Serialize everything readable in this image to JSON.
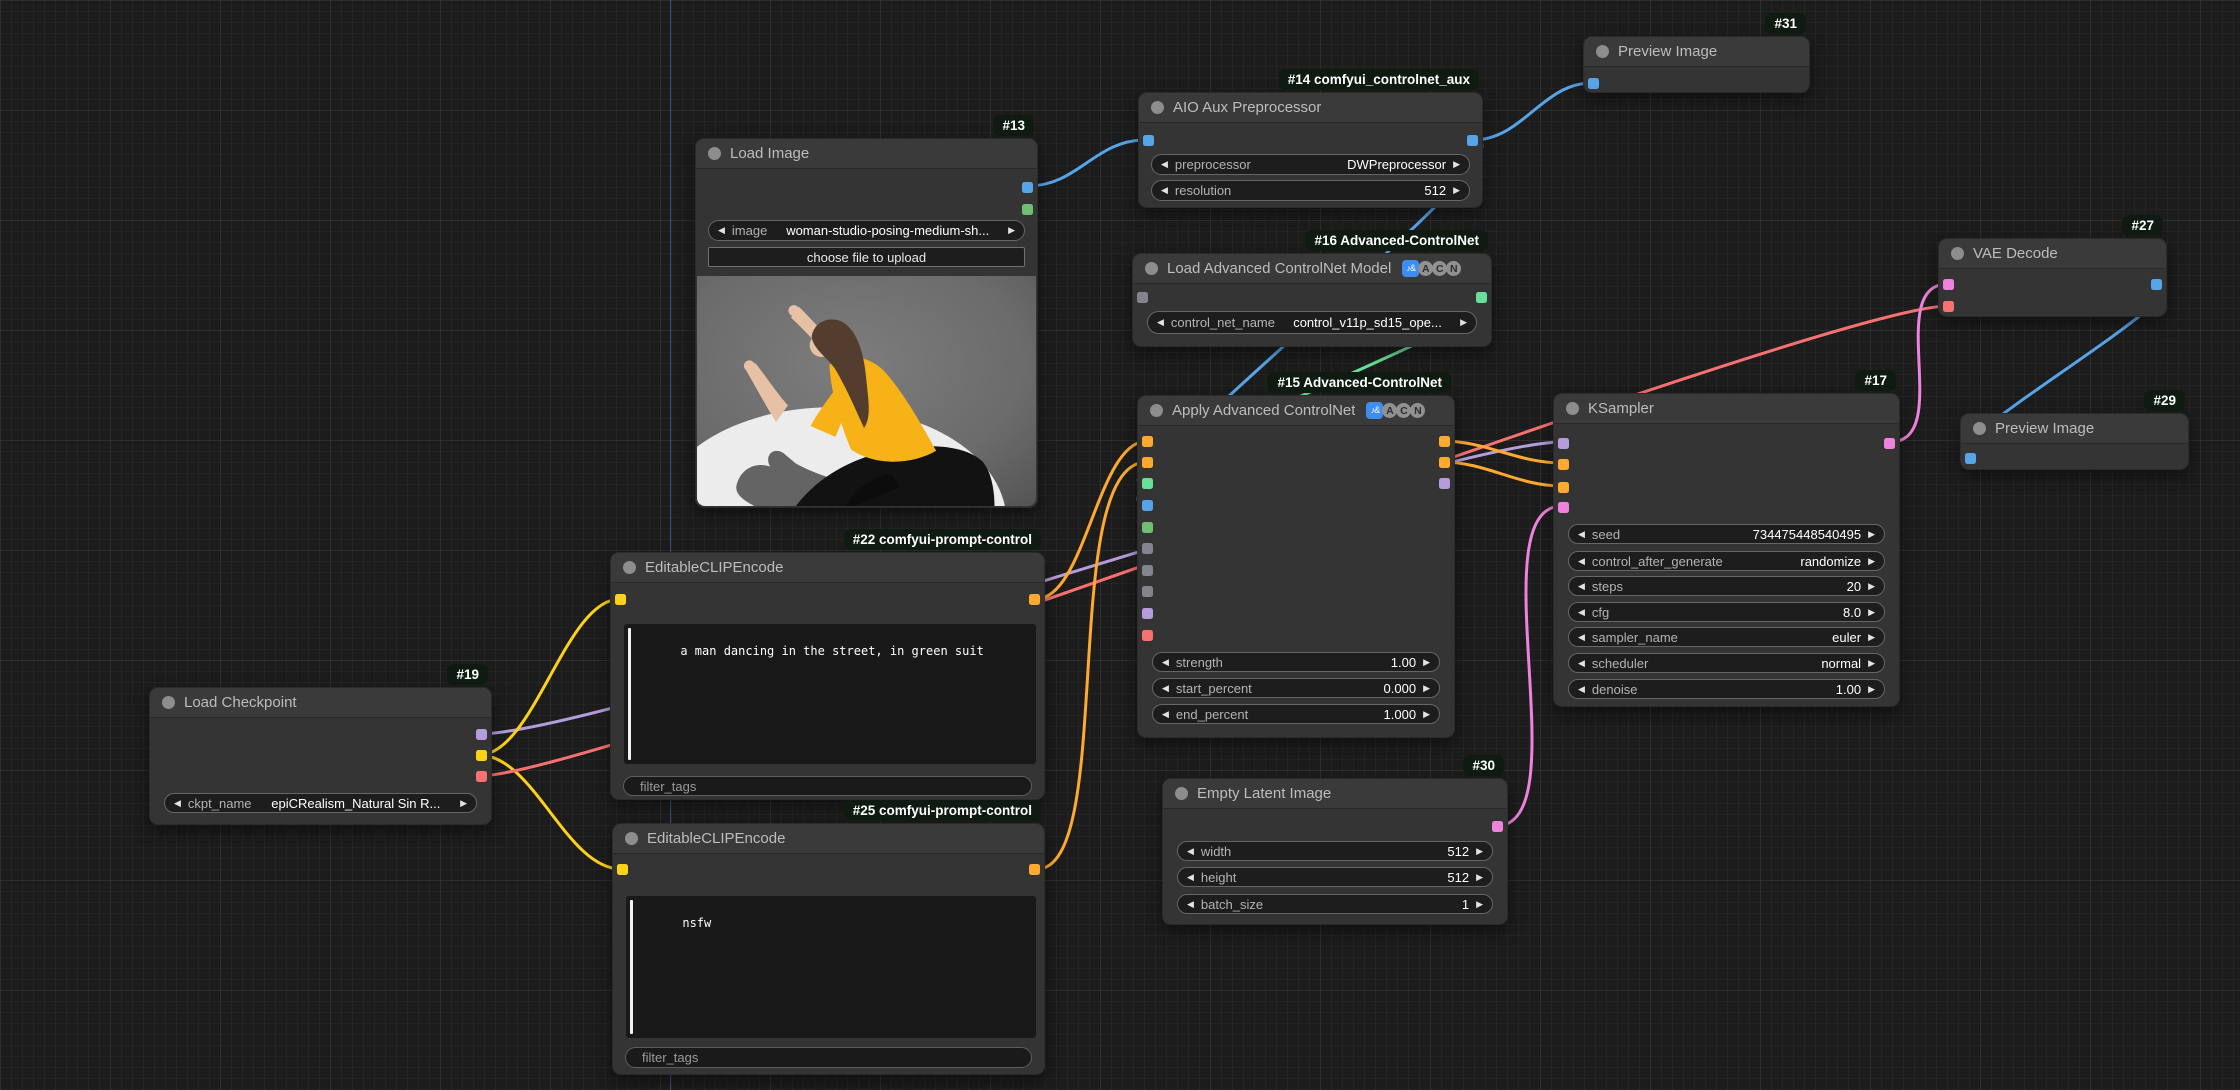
{
  "colors": {
    "image": "#56a5e8",
    "mask": "#6fbf73",
    "conditioning": "#ffa931",
    "model": "#b39ddb",
    "clip": "#ffd21a",
    "vae": "#f87171",
    "latent": "#ee82dd",
    "control_net": "#69e099",
    "slot_gray": "#84848e",
    "icon_blue": "#3d8ef0"
  },
  "nodes": [
    {
      "badge": "#13",
      "title": "Load Image",
      "widgets": {
        "image_label": "image",
        "image_value": "woman-studio-posing-medium-sh...",
        "upload_button": "choose file to upload"
      }
    },
    {
      "badge": "#14 comfyui_controlnet_aux",
      "title": "AIO Aux Preprocessor",
      "widgets": {
        "preprocessor_label": "preprocessor",
        "preprocessor_value": "DWPreprocessor",
        "resolution_label": "resolution",
        "resolution_value": "512"
      }
    },
    {
      "badge": "#31",
      "title": "Preview Image"
    },
    {
      "badge": "#16 Advanced-ControlNet",
      "title": "Load Advanced ControlNet Model",
      "icon_letters": [
        "A",
        "C",
        "N"
      ],
      "widgets": {
        "control_net_name_label": "control_net_name",
        "control_net_name_value": "control_v11p_sd15_ope..."
      }
    },
    {
      "badge": "#15 Advanced-ControlNet",
      "title": "Apply Advanced ControlNet",
      "icon_letters": [
        "A",
        "C",
        "N"
      ],
      "widgets": {
        "strength_label": "strength",
        "strength_value": "1.00",
        "start_percent_label": "start_percent",
        "start_percent_value": "0.000",
        "end_percent_label": "end_percent",
        "end_percent_value": "1.000"
      }
    },
    {
      "badge": "#17",
      "title": "KSampler",
      "widgets": {
        "seed_label": "seed",
        "seed_value": "734475448540495",
        "cag_label": "control_after_generate",
        "cag_value": "randomize",
        "steps_label": "steps",
        "steps_value": "20",
        "cfg_label": "cfg",
        "cfg_value": "8.0",
        "sampler_label": "sampler_name",
        "sampler_value": "euler",
        "scheduler_label": "scheduler",
        "scheduler_value": "normal",
        "denoise_label": "denoise",
        "denoise_value": "1.00"
      }
    },
    {
      "badge": "#27",
      "title": "VAE Decode"
    },
    {
      "badge": "#29",
      "title": "Preview Image"
    },
    {
      "badge": "#22 comfyui-prompt-control",
      "title": "EditableCLIPEncode",
      "widgets": {
        "prompt": "a man dancing in the street, in green suit",
        "filter_tags_placeholder": "filter_tags"
      }
    },
    {
      "badge": "#25 comfyui-prompt-control",
      "title": "EditableCLIPEncode",
      "widgets": {
        "prompt": "nsfw",
        "filter_tags_placeholder": "filter_tags"
      }
    },
    {
      "badge": "#19",
      "title": "Load Checkpoint",
      "widgets": {
        "ckpt_name_label": "ckpt_name",
        "ckpt_name_value": "epiCRealism_Natural Sin R..."
      }
    },
    {
      "badge": "#30",
      "title": "Empty Latent Image",
      "widgets": {
        "width_label": "width",
        "width_value": "512",
        "height_label": "height",
        "height_value": "512",
        "batch_label": "batch_size",
        "batch_value": "1"
      }
    }
  ],
  "links": [
    {
      "from": "Load Image.IMAGE",
      "to": "AIO Aux Preprocessor.image",
      "type": "image"
    },
    {
      "from": "AIO Aux Preprocessor.IMAGE",
      "to": "Preview Image #31.images",
      "type": "image"
    },
    {
      "from": "AIO Aux Preprocessor.IMAGE",
      "to": "Apply Advanced ControlNet.image",
      "type": "image"
    },
    {
      "from": "Load Advanced ControlNet Model.CONTROL_NET",
      "to": "Apply Advanced ControlNet.control_net",
      "type": "control_net"
    },
    {
      "from": "Load Checkpoint.MODEL",
      "to": "KSampler.model",
      "type": "model"
    },
    {
      "from": "Load Checkpoint.CLIP",
      "to": "EditableCLIPEncode #22.clip",
      "type": "clip"
    },
    {
      "from": "Load Checkpoint.CLIP",
      "to": "EditableCLIPEncode #25.clip",
      "type": "clip"
    },
    {
      "from": "Load Checkpoint.VAE",
      "to": "VAE Decode.vae",
      "type": "vae"
    },
    {
      "from": "EditableCLIPEncode #22.CONDITIONING",
      "to": "Apply Advanced ControlNet.positive",
      "type": "conditioning"
    },
    {
      "from": "EditableCLIPEncode #25.CONDITIONING",
      "to": "Apply Advanced ControlNet.negative",
      "type": "conditioning"
    },
    {
      "from": "Apply Advanced ControlNet.positive",
      "to": "KSampler.positive",
      "type": "conditioning"
    },
    {
      "from": "Apply Advanced ControlNet.negative",
      "to": "KSampler.negative",
      "type": "conditioning"
    },
    {
      "from": "Empty Latent Image.LATENT",
      "to": "KSampler.latent_image",
      "type": "latent"
    },
    {
      "from": "KSampler.LATENT",
      "to": "VAE Decode.samples",
      "type": "latent"
    },
    {
      "from": "VAE Decode.IMAGE",
      "to": "Preview Image #29.images",
      "type": "image"
    }
  ]
}
